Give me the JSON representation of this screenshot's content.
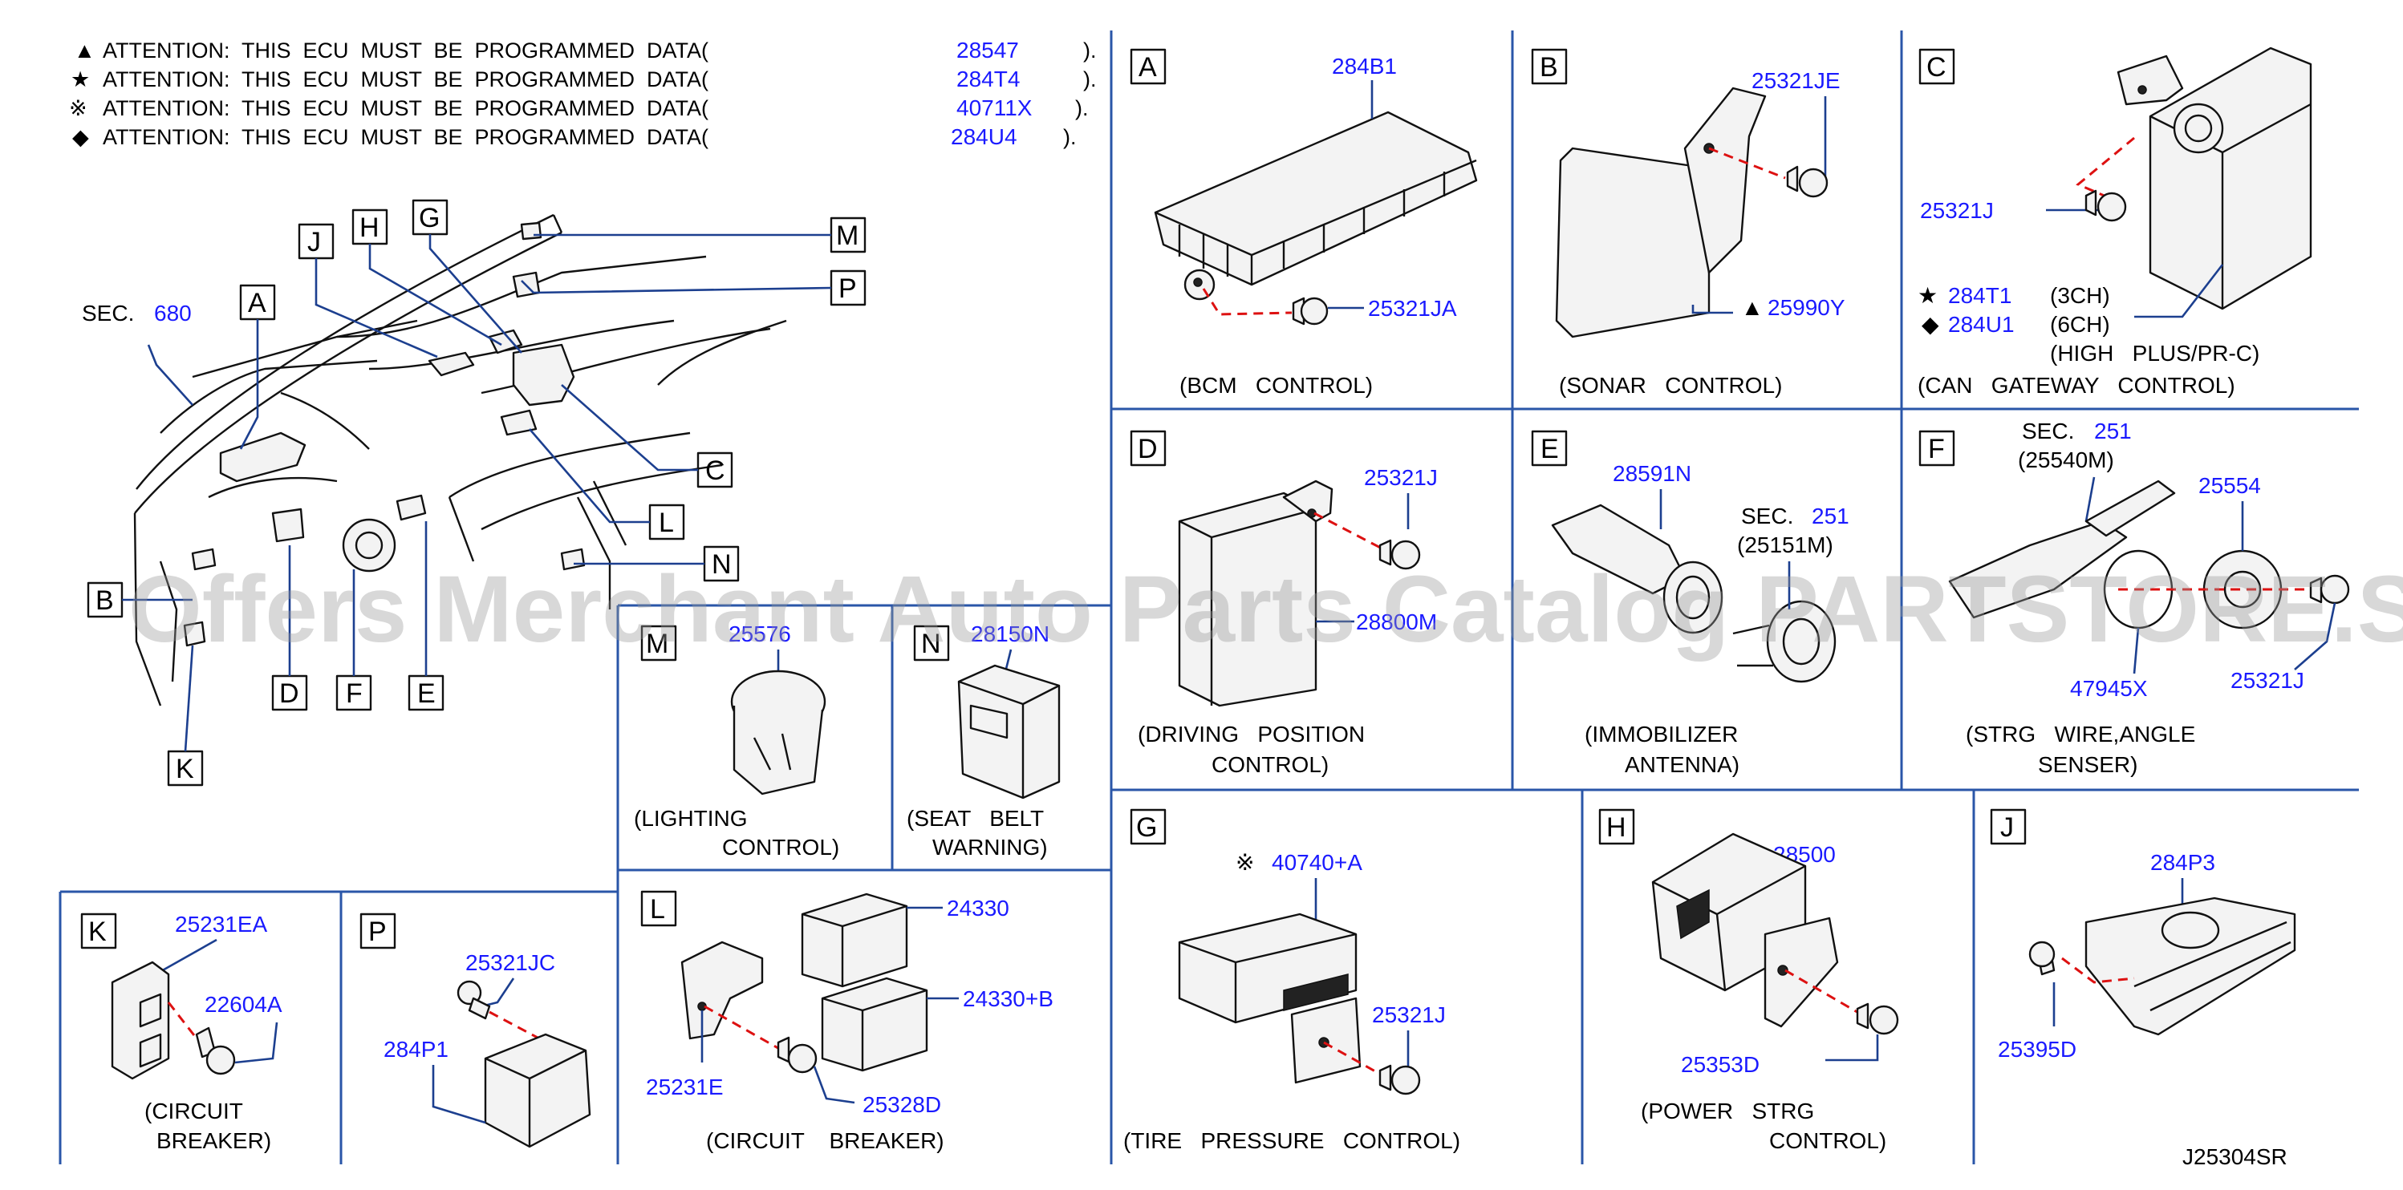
{
  "attention": [
    {
      "symbol": "▲",
      "text": "ATTENTION:  THIS  ECU  MUST  BE  PROGRAMMED  DATA(",
      "code": "28547",
      "close": ")."
    },
    {
      "symbol": "★",
      "text": "ATTENTION:  THIS  ECU  MUST  BE  PROGRAMMED  DATA(",
      "code": "284T4",
      "close": ")."
    },
    {
      "symbol": "※",
      "text": "ATTENTION:  THIS  ECU  MUST  BE  PROGRAMMED  DATA(",
      "code": "40711X",
      "close": ")."
    },
    {
      "symbol": "◆",
      "text": "ATTENTION:  THIS  ECU  MUST  BE  PROGRAMMED  DATA(",
      "code": "284U4",
      "close": ")."
    }
  ],
  "overview": {
    "sec_label": "SEC.",
    "sec_num": "680",
    "callouts": {
      "A": "A",
      "B": "B",
      "C": "C",
      "D": "D",
      "E": "E",
      "F": "F",
      "G": "G",
      "H": "H",
      "J": "J",
      "K": "K",
      "L": "L",
      "M": "M",
      "N": "N",
      "P": "P"
    }
  },
  "panels": {
    "A": {
      "letter": "A",
      "part1": "284B1",
      "part2": "25321JA",
      "caption": "(BCM   CONTROL)"
    },
    "B": {
      "letter": "B",
      "part1": "25321JE",
      "tri": "▲",
      "part2": "25990Y",
      "caption": "(SONAR   CONTROL)"
    },
    "C": {
      "letter": "C",
      "part1": "25321J",
      "star": "★",
      "part2": "284T1",
      "note2": "(3CH)",
      "dia": "◆",
      "part3": "284U1",
      "note3": "(6CH)",
      "note4": "(HIGH   PLUS/PR-C)",
      "caption": "(CAN   GATEWAY   CONTROL)"
    },
    "D": {
      "letter": "D",
      "part1": "25321J",
      "part2": "28800M",
      "caption1": "(DRIVING   POSITION",
      "caption2": "CONTROL)"
    },
    "E": {
      "letter": "E",
      "part1": "28591N",
      "sec": "SEC.",
      "secnum": "251",
      "secpart": "(25151M)",
      "caption1": "(IMMOBILIZER",
      "caption2": "ANTENNA)"
    },
    "F": {
      "letter": "F",
      "sec": "SEC.",
      "secnum": "251",
      "secpart": "(25540M)",
      "part1": "25554",
      "part2": "47945X",
      "part3": "25321J",
      "caption1": "(STRG   WIRE,ANGLE",
      "caption2": "SENSER)"
    },
    "M": {
      "letter": "M",
      "part1": "25576",
      "caption1": "(LIGHTING",
      "caption2": "CONTROL)"
    },
    "N": {
      "letter": "N",
      "part1": "28150N",
      "caption1": "(SEAT   BELT",
      "caption2": "WARNING)"
    },
    "G": {
      "letter": "G",
      "sym": "※",
      "part1": "40740+A",
      "part2": "25321J",
      "caption": "(TIRE   PRESSURE   CONTROL)"
    },
    "H": {
      "letter": "H",
      "part1": "28500",
      "part2": "25353D",
      "caption1": "(POWER   STRG",
      "caption2": "CONTROL)"
    },
    "J": {
      "letter": "J",
      "part1": "284P3",
      "part2": "25395D"
    },
    "K": {
      "letter": "K",
      "part1": "25231EA",
      "part2": "22604A",
      "caption1": "(CIRCUIT",
      "caption2": "BREAKER)"
    },
    "P": {
      "letter": "P",
      "part1": "25321JC",
      "part2": "284P1"
    },
    "L": {
      "letter": "L",
      "part1": "24330",
      "part2": "24330+B",
      "part3": "25231E",
      "part4": "25328D",
      "caption": "(CIRCUIT    BREAKER)"
    }
  },
  "diagram_id": "J25304SR",
  "watermark": "Offers Merchant Auto Parts Catalog PARTSTORE.SA"
}
